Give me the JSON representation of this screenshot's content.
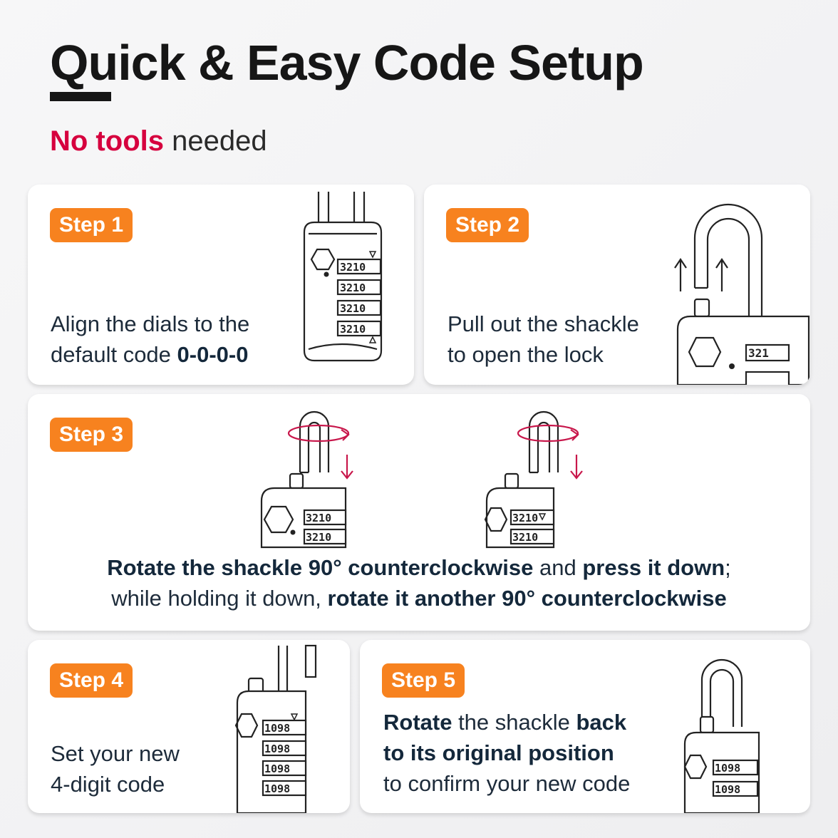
{
  "header": {
    "title": "Quick & Easy Code Setup",
    "subtitle_accent": "No tools",
    "subtitle_rest": " needed"
  },
  "colors": {
    "badge": "#f7821f",
    "accent": "#d6003e",
    "text": "#1d2b3a"
  },
  "steps": [
    {
      "badge": "Step 1",
      "line1": "Align the dials to the",
      "line2_pre": "default code ",
      "line2_bold": "0-0-0-0",
      "dial_digits": "3210"
    },
    {
      "badge": "Step 2",
      "line1": "Pull out the shackle",
      "line2": "to open the lock",
      "dial_digits": "321"
    },
    {
      "badge": "Step 3",
      "line1_b1": "Rotate the shackle 90° counterclockwise",
      "line1_t1": " and ",
      "line1_b2": "press it down",
      "line1_t2": ";",
      "line2_t1": "while holding it down, ",
      "line2_b1": "rotate it another 90° counterclockwise",
      "dial_digits_a": "3210",
      "dial_digits_b": "3210"
    },
    {
      "badge": "Step 4",
      "line1": "Set your new",
      "line2": "4-digit code",
      "dial_digits": "1098"
    },
    {
      "badge": "Step 5",
      "line1_b1": "Rotate",
      "line1_t1": " the shackle ",
      "line1_b2": "back",
      "line2_b1": "to its original position",
      "line3": "to confirm your new code",
      "dial_digits": "1098"
    }
  ]
}
